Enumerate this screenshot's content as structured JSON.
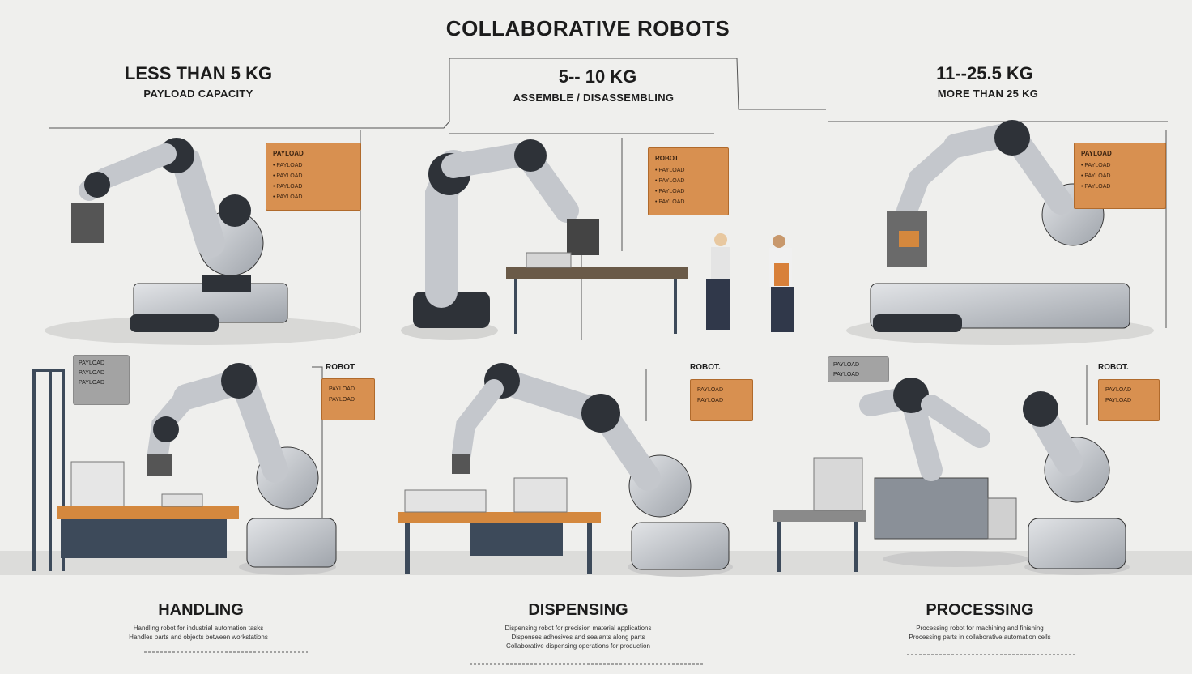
{
  "title": "COLLABORATIVE ROBOTS",
  "top_sections": [
    {
      "heading": "LESS THAN 5 KG",
      "subheading": "PAYLOAD CAPACITY",
      "callout": {
        "title": "PAYLOAD",
        "items": [
          "PAYLOAD",
          "PAYLOAD",
          "PAYLOAD",
          "PAYLOAD"
        ]
      }
    },
    {
      "heading": "5-- 10 KG",
      "subheading": "ASSEMBLE / DISASSEMBLING",
      "callout": {
        "title": "ROBOT",
        "items": [
          "PAYLOAD",
          "PAYLOAD",
          "PAYLOAD",
          "PAYLOAD"
        ]
      }
    },
    {
      "heading": "11--25.5 KG",
      "subheading": "MORE THAN 25 KG",
      "callout": {
        "title": "PAYLOAD",
        "items": [
          "PAYLOAD",
          "PAYLOAD",
          "PAYLOAD"
        ]
      }
    }
  ],
  "bottom_sections": [
    {
      "title": "HANDLING",
      "robot_label": "ROBOT",
      "callout_items": [
        "PAYLOAD",
        "PAYLOAD"
      ],
      "tag_lines": [
        "PAYLOAD",
        "PAYLOAD",
        "PAYLOAD"
      ],
      "desc_lines": [
        "Handling robot for industrial automation tasks",
        "Handles parts and objects between workstations"
      ]
    },
    {
      "title": "DISPENSING",
      "robot_label": "ROBOT.",
      "callout_items": [
        "PAYLOAD",
        "PAYLOAD"
      ],
      "tag_lines": [],
      "desc_lines": [
        "Dispensing robot for precision material applications",
        "Dispenses adhesives and sealants along parts",
        "Collaborative dispensing operations for production"
      ]
    },
    {
      "title": "PROCESSING",
      "robot_label": "ROBOT.",
      "callout_items": [
        "PAYLOAD",
        "PAYLOAD"
      ],
      "tag_lines": [
        "PAYLOAD",
        "PAYLOAD"
      ],
      "desc_lines": [
        "Processing robot for machining and finishing",
        "Processing parts in collaborative automation cells"
      ]
    }
  ],
  "colors": {
    "accent": "#d89050",
    "robot_body": "#c4c7cc",
    "robot_dark": "#2e3238",
    "table_top": "#d4883e",
    "frame": "#3d4a5a"
  }
}
